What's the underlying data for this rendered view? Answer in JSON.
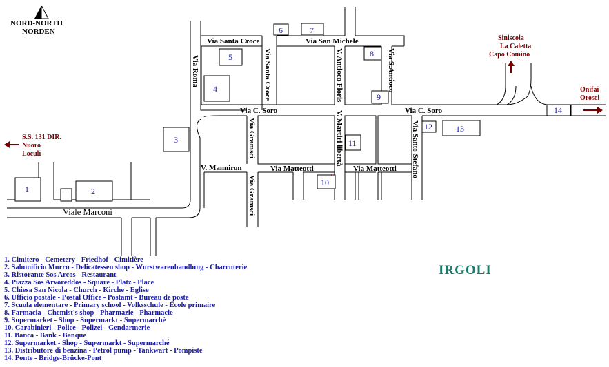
{
  "compass": {
    "line1": "NORD-NORTH",
    "line2": "NORDEN"
  },
  "town_name": "IRGOLI",
  "streets": {
    "via_santa_croce_h": "Via Santa Croce",
    "via_san_michele": "Via San Michele",
    "via_roma": "Via Roma",
    "via_santa_croce_v": "Via Santa Croce",
    "v_antioco_floris": "V. Antioco Floris",
    "via_s_antioco": "Via S.Antioco",
    "via_c_soro_left": "Via C. Soro",
    "via_c_soro_right": "Via C. Soro",
    "via_gramsci_top": "Via Gramsci",
    "v_martiri_liberta": "V. Martiri libertà",
    "via_santo_stefano": "Via Santo Stefano",
    "v_manniron": "V. Manniron",
    "via_matteotti_left": "Via Matteotti",
    "via_matteotti_right": "Via Matteotti",
    "via_gramsci_bottom": "Via Gramsci",
    "viale_marconi": "Viale Marconi"
  },
  "destinations": {
    "north": [
      "Siniscola",
      "La Caletta",
      "Capo Comino"
    ],
    "east": [
      "Onifai",
      "Orosei"
    ],
    "west": [
      "S.S. 131 DIR.",
      "Nuoro",
      "Loculi"
    ]
  },
  "markers": [
    "1",
    "2",
    "3",
    "4",
    "5",
    "6",
    "7",
    "8",
    "9",
    "10",
    "11",
    "12",
    "13",
    "14"
  ],
  "legend": [
    "1. Cimitero - Cemetery - Friedhof - Cimitière",
    "2. Salumificio Murru - Delicatessen shop - Wurstwarenhandlung - Charcuterie",
    "3. Ristorante Sos Arcos - Restaurant",
    "4. Piazza Sos Arvoreddos - Square - Platz - Place",
    "5. Chiesa San Nicola - Church - Kirche - Eglise",
    "6. Ufficio postale - Postal Office - Postamt - Bureau de poste",
    "7. Scuola elementare - Primary school - Volksschule - École primaire",
    "8. Farmacia - Chemist's shop - Pharmazie - Pharmacie",
    "9. Supermarket - Shop - Supermarkt - Supermarché",
    "10. Carabinieri - Police - Polizei - Gendarmerie",
    "11. Banca - Bank - Banque",
    "12. Supermarket - Shop - Supermarkt - Supermarché",
    "13. Distributore di benzina - Petrol pump - Tankwart - Pompiste",
    "14. Ponte - Bridge-Brücke-Pont"
  ],
  "colors": {
    "marker_text": "#1a1aa6",
    "destination_text": "#7a0000",
    "arrow": "#7a0000",
    "town_name": "#1a7a6a",
    "legend_text": "#1a1aa6"
  }
}
